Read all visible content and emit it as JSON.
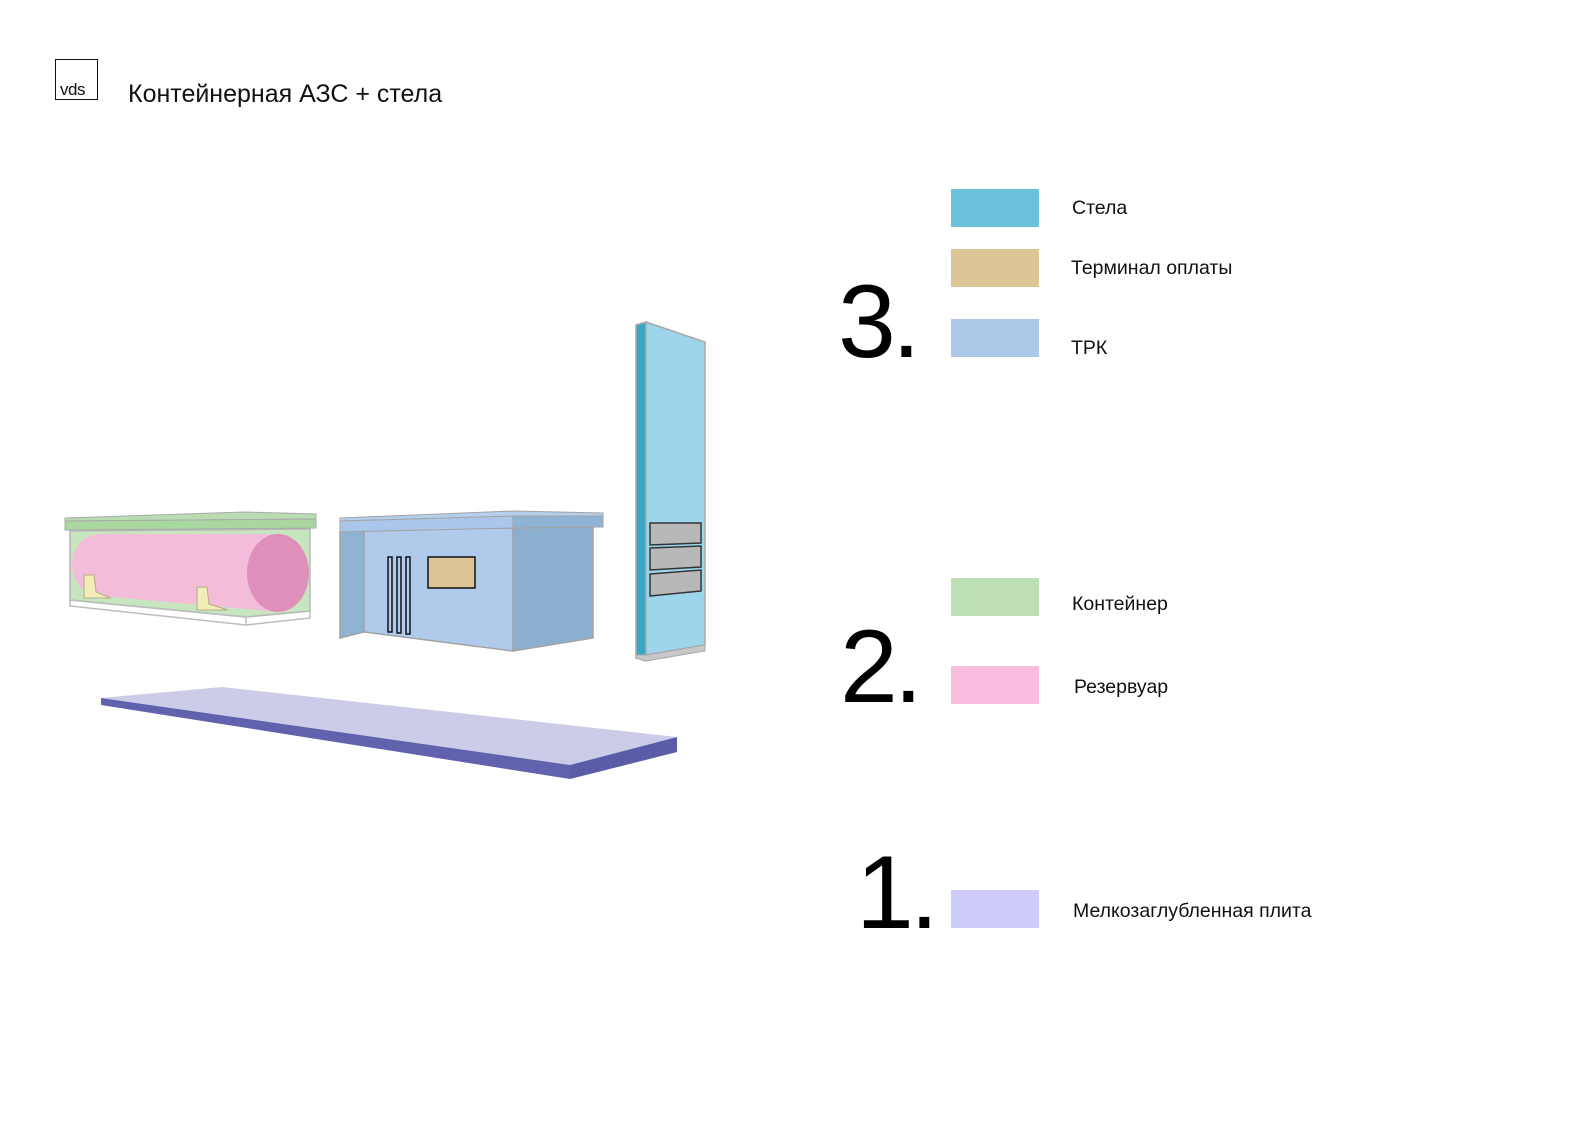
{
  "header": {
    "logo_text": "vds",
    "title": "Контейнерная АЗС + стела"
  },
  "layers": [
    {
      "number": "3.",
      "items": [
        {
          "label": "Стела",
          "color": "#6cc3d9"
        },
        {
          "label": "Терминал оплаты",
          "color": "#dcc596"
        },
        {
          "label": "ТРК",
          "color": "#adc9ea"
        }
      ]
    },
    {
      "number": "2.",
      "items": [
        {
          "label": "Контейнер",
          "color": "#bddfb5"
        },
        {
          "label": "Резервуар",
          "color": "#f7bede"
        }
      ]
    },
    {
      "number": "1.",
      "items": [
        {
          "label": "Мелкозаглубленная плита",
          "color": "#cccbfa"
        }
      ]
    }
  ]
}
